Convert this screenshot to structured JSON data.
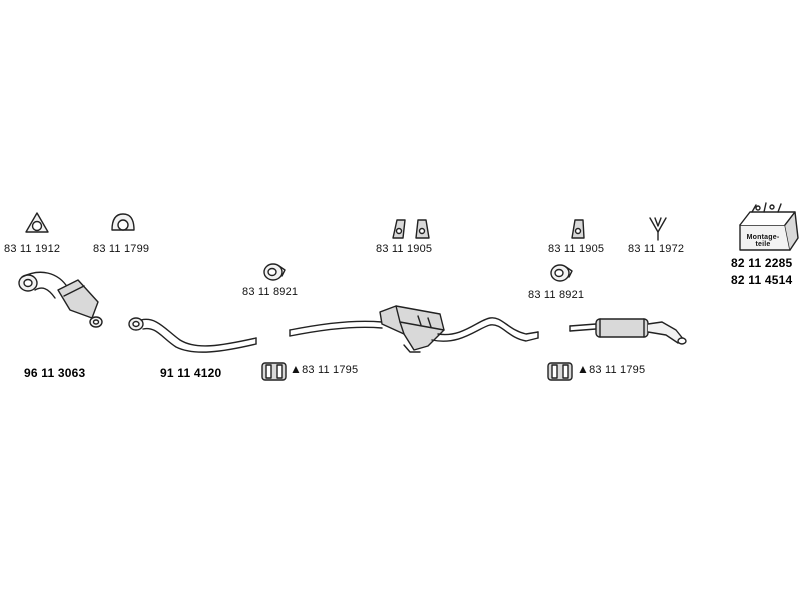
{
  "parts": {
    "gasket_a": "83 11 1912",
    "gasket_b": "83 11 1799",
    "hanger_mid": "83 11 1905",
    "hanger_right": "83 11 1905",
    "hanger_v": "83 11 1972",
    "clamp_ring_left": "83 11 8921",
    "clamp_ring_right": "83 11 8921",
    "catalyst": "96 11 3063",
    "front_pipe": "91 11 4120",
    "clamp_left": "83 11 1795",
    "clamp_right": "83 11 1795",
    "kit_a": "82 11 2285",
    "kit_b": "82 11 4514"
  },
  "kit_box_label": "Montage-teile",
  "warning_symbol": "▲",
  "colors": {
    "stroke": "#222222",
    "fill_light": "#f2f2f2",
    "fill_mid": "#d9d9d9",
    "text": "#111111"
  }
}
